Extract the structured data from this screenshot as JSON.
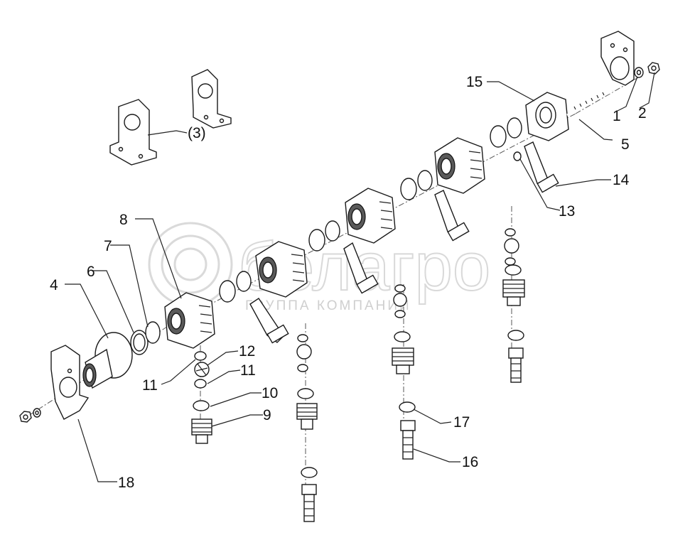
{
  "watermark": {
    "brand": "белагро",
    "subtitle": "ГРУППА КОМПАНИЙ"
  },
  "labels": [
    {
      "id": "l1",
      "text": "1"
    },
    {
      "id": "l2",
      "text": "2"
    },
    {
      "id": "l3",
      "text": "(3)"
    },
    {
      "id": "l4",
      "text": "4"
    },
    {
      "id": "l5",
      "text": "5"
    },
    {
      "id": "l6",
      "text": "6"
    },
    {
      "id": "l7",
      "text": "7"
    },
    {
      "id": "l8",
      "text": "8"
    },
    {
      "id": "l9",
      "text": "9"
    },
    {
      "id": "l10",
      "text": "10"
    },
    {
      "id": "l11a",
      "text": "11"
    },
    {
      "id": "l11b",
      "text": "11"
    },
    {
      "id": "l12",
      "text": "12"
    },
    {
      "id": "l13",
      "text": "13"
    },
    {
      "id": "l14",
      "text": "14"
    },
    {
      "id": "l15",
      "text": "15"
    },
    {
      "id": "l16",
      "text": "16"
    },
    {
      "id": "l17",
      "text": "17"
    },
    {
      "id": "l18",
      "text": "18"
    }
  ]
}
